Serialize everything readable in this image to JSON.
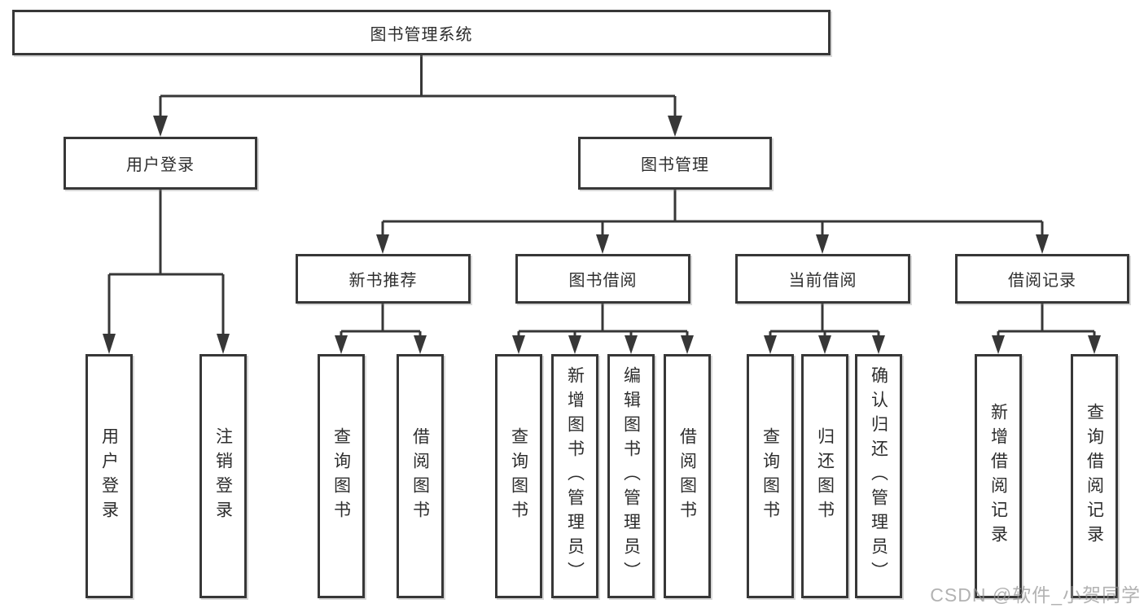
{
  "diagram": {
    "type": "feature-tree",
    "nodes": {
      "root": {
        "label": "图书管理系统"
      },
      "user_login": {
        "label": "用户登录"
      },
      "book_mgmt": {
        "label": "图书管理"
      },
      "new_book_rec": {
        "label": "新书推荐"
      },
      "book_borrow": {
        "label": "图书借阅"
      },
      "current_borrow": {
        "label": "当前借阅"
      },
      "borrow_records": {
        "label": "借阅记录"
      },
      "leaf_user_login": {
        "label": "用户登录"
      },
      "leaf_logout_login": {
        "label": "注销登录"
      },
      "leaf_rec_query_book": {
        "label": "查询图书"
      },
      "leaf_rec_borrow_book": {
        "label": "借阅图书"
      },
      "leaf_bb_query_book": {
        "label": "查询图书"
      },
      "leaf_bb_add_book": {
        "label": "新增图书（管理员）"
      },
      "leaf_bb_edit_book": {
        "label": "编辑图书（管理员）"
      },
      "leaf_bb_borrow_book": {
        "label": "借阅图书"
      },
      "leaf_cb_query_book": {
        "label": "查询图书"
      },
      "leaf_cb_return_book": {
        "label": "归还图书"
      },
      "leaf_cb_confirm_return": {
        "label": "确认归还（管理员）"
      },
      "leaf_br_add_record": {
        "label": "新增借阅记录"
      },
      "leaf_br_query_record": {
        "label": "查询借阅记录"
      }
    },
    "hierarchy": {
      "图书管理系统": {
        "用户登录": [
          "用户登录",
          "注销登录"
        ],
        "图书管理": {
          "新书推荐": [
            "查询图书",
            "借阅图书"
          ],
          "图书借阅": [
            "查询图书",
            "新增图书（管理员）",
            "编辑图书（管理员）",
            "借阅图书"
          ],
          "当前借阅": [
            "查询图书",
            "归还图书",
            "确认归还（管理员）"
          ],
          "借阅记录": [
            "新增借阅记录",
            "查询借阅记录"
          ]
        }
      }
    }
  },
  "watermark": {
    "text": "CSDN @软件_小贺同学"
  },
  "colors": {
    "line": "#373737",
    "box_border": "#373737",
    "text": "#2d2d2d",
    "watermark": "#949494",
    "background": "#ffffff"
  }
}
